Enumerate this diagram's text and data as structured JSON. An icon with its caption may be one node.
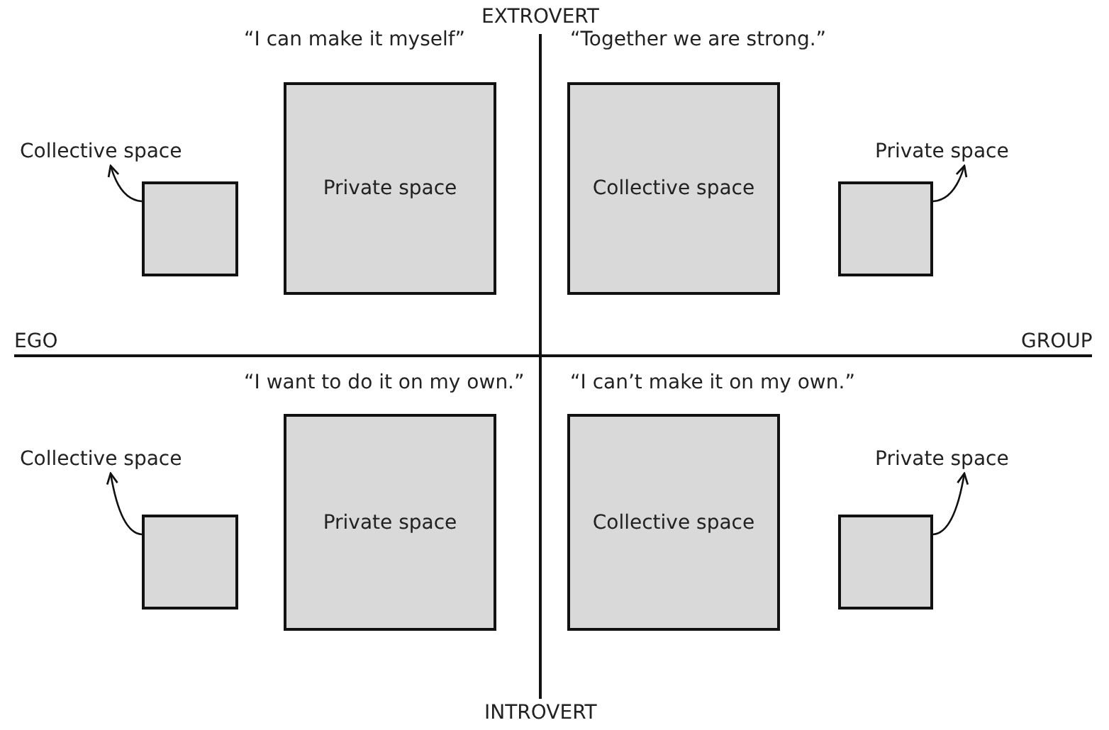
{
  "diagram": {
    "nodes": [
      {
        "text": [
          "Collective space"
        ]
      },
      {
        "text": [],
        "shape": "box"
      },
      {
        "text": [
          "Private space"
        ],
        "beside": [
          "“I can make it myself”"
        ]
      },
      {
        "text": [
          "Collective space"
        ],
        "beside": [
          "“Together we are strong.”"
        ]
      },
      {
        "text": [
          "Private space"
        ]
      },
      {
        "text": [],
        "shape": "box"
      },
      {
        "text": [
          "Collective space"
        ]
      },
      {
        "text": [],
        "shape": "box"
      },
      {
        "text": [
          "Private space"
        ],
        "beside": [
          "“I want to do it on my own.”"
        ]
      },
      {
        "text": [
          "Collective space"
        ],
        "beside": [
          "“I can’t make it on my own.”"
        ]
      },
      {
        "text": [
          "Private space"
        ]
      },
      {
        "text": [],
        "shape": "box"
      }
    ],
    "edges": [
      {
        "from": 1,
        "to": 0,
        "arrow": "to"
      },
      {
        "from": 5,
        "to": 4,
        "arrow": "to"
      },
      {
        "from": 7,
        "to": 6,
        "arrow": "to"
      },
      {
        "from": 11,
        "to": 10,
        "arrow": "to"
      }
    ],
    "labels": [
      "EXTROVERT",
      "EGO",
      "GROUP",
      "INTROVERT"
    ]
  }
}
